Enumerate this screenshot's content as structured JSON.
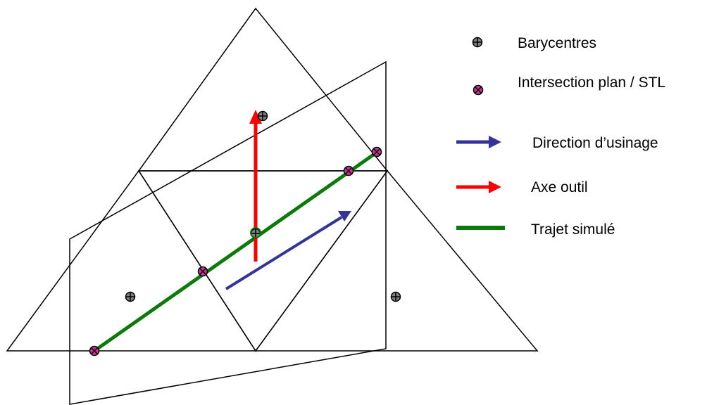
{
  "legend": {
    "barycentres": "Barycentres",
    "intersection": "Intersection plan / STL",
    "direction": "Direction d’usinage",
    "axe": "Axe outil",
    "trajet": "Trajet simulé"
  },
  "colors": {
    "direction_arrow": "#333399",
    "axe_arrow": "#ff0000",
    "trajet_line": "#0a7a0a",
    "intersection_marker": "#cc3399",
    "barycentre_marker": "#808080"
  },
  "icons": {
    "barycentre": "circle-plus-icon",
    "intersection": "circle-cross-icon"
  }
}
